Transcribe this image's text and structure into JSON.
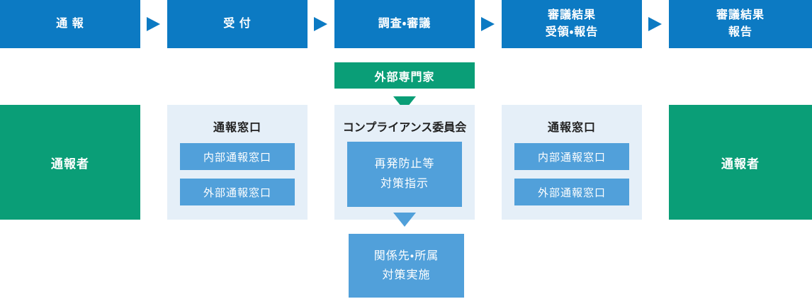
{
  "colors": {
    "primary_blue": "#0c7ac3",
    "mid_blue": "#51a0da",
    "light_panel_blue": "#e5eff8",
    "green": "#0a9e77",
    "heading_text": "#222222"
  },
  "top_steps": [
    {
      "label": "通 報"
    },
    {
      "label": "受 付"
    },
    {
      "label": "調査・審議"
    },
    {
      "label": "審議結果\n受領・報告"
    },
    {
      "label": "審議結果\n報告"
    }
  ],
  "external_expert": {
    "label": "外部専門家"
  },
  "reporter_left": {
    "label": "通報者"
  },
  "reporter_right": {
    "label": "通報者"
  },
  "contact_panel_left": {
    "title": "通報窓口",
    "items": [
      {
        "label": "内部通報窓口"
      },
      {
        "label": "外部通報窓口"
      }
    ]
  },
  "committee_panel": {
    "title": "コンプライアンス委員会",
    "action": {
      "label": "再発防止等\n対策指示"
    }
  },
  "contact_panel_right": {
    "title": "通報窓口",
    "items": [
      {
        "label": "内部通報窓口"
      },
      {
        "label": "外部通報窓口"
      }
    ]
  },
  "implementation": {
    "label": "関係先・所属\n対策実施"
  }
}
